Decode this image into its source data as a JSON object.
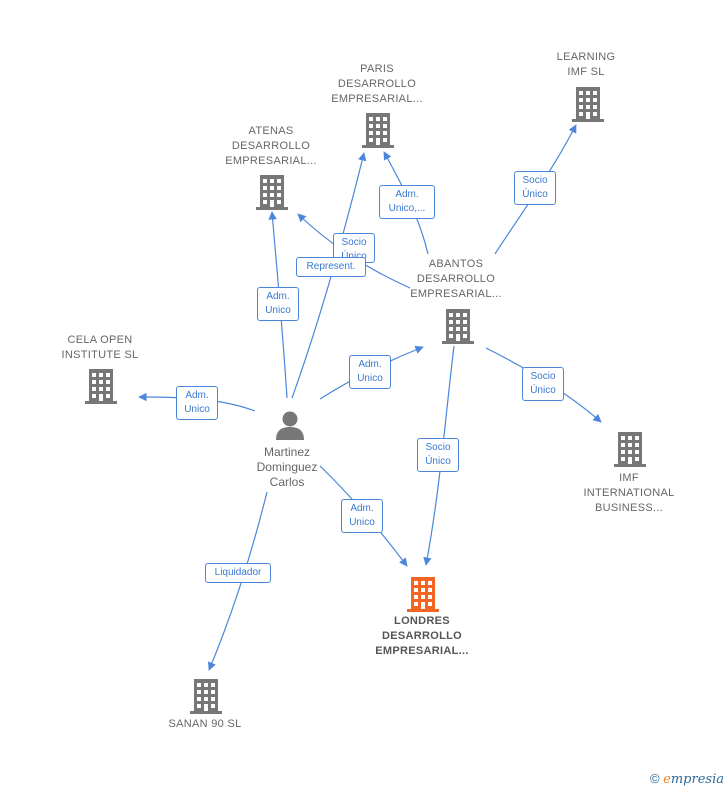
{
  "nodes": {
    "paris": {
      "label": [
        "PARIS",
        "DESARROLLO",
        "EMPRESARIAL..."
      ]
    },
    "learning": {
      "label": [
        "LEARNING",
        "IMF SL"
      ]
    },
    "atenas": {
      "label": [
        "ATENAS",
        "DESARROLLO",
        "EMPRESARIAL..."
      ]
    },
    "abantos": {
      "label": [
        "ABANTOS",
        "DESARROLLO",
        "EMPRESARIAL..."
      ]
    },
    "cela": {
      "label": [
        "CELA OPEN",
        "INSTITUTE  SL"
      ]
    },
    "imf": {
      "label": [
        "IMF",
        "INTERNATIONAL",
        "BUSINESS..."
      ]
    },
    "londres": {
      "label": [
        "LONDRES",
        "DESARROLLO",
        "EMPRESARIAL..."
      ]
    },
    "sanan": {
      "label": [
        "SANAN 90 SL"
      ]
    },
    "person": {
      "label": [
        "Martinez",
        "Dominguez",
        "Carlos"
      ]
    }
  },
  "edges": {
    "abantos_paris": [
      "Adm.",
      "Unico,..."
    ],
    "abantos_learning": [
      "Socio",
      "Único"
    ],
    "abantos_atenas": [
      "Socio",
      "Único"
    ],
    "person_paris": [
      "Represent."
    ],
    "person_atenas": [
      "Adm.",
      "Unico"
    ],
    "person_abantos": [
      "Adm.",
      "Unico"
    ],
    "person_cela": [
      "Adm.",
      "Unico"
    ],
    "abantos_imf": [
      "Socio",
      "Único"
    ],
    "abantos_londres": [
      "Socio",
      "Único"
    ],
    "person_londres": [
      "Adm.",
      "Unico"
    ],
    "person_sanan": [
      "Liquidador"
    ]
  },
  "colors": {
    "edge": "#4a86d9",
    "building": "#777777",
    "highlight": "#f26522",
    "person": "#777777"
  },
  "brand": {
    "copyright": "©",
    "e": "e",
    "rest": "mpresia"
  }
}
